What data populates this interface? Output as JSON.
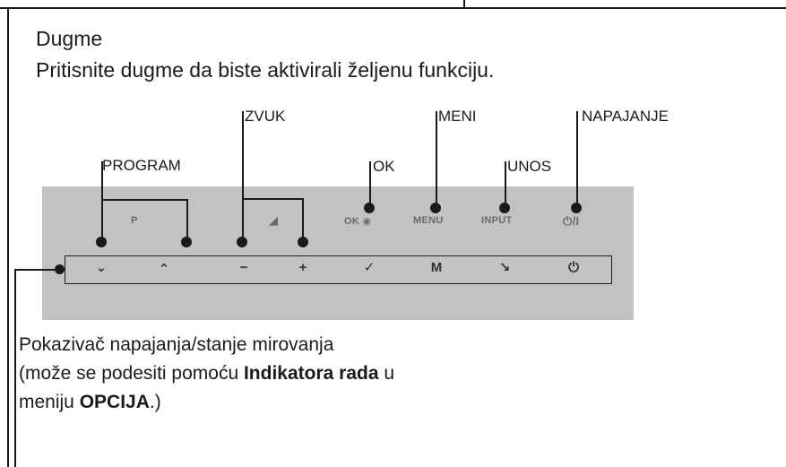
{
  "heading": "Dugme",
  "description": "Pritisnite dugme da biste aktivirali željenu funkciju.",
  "callouts": {
    "program": "PROGRAM",
    "zvuk": "ZVUK",
    "ok": "OK",
    "meni": "MENI",
    "unos": "UNOS",
    "napajanje": "NAPAJANJE"
  },
  "panel_labels": {
    "p": "P",
    "volume": "◢",
    "ok": "OK ◉",
    "menu": "MENU",
    "input": "INPUT",
    "power": "⏻/I"
  },
  "buttons": [
    {
      "name": "program-down-button",
      "glyph": "⌄"
    },
    {
      "name": "program-up-button",
      "glyph": "⌃"
    },
    {
      "name": "volume-minus-button",
      "glyph": "−"
    },
    {
      "name": "volume-plus-button",
      "glyph": "+"
    },
    {
      "name": "ok-button",
      "glyph": "✓"
    },
    {
      "name": "menu-button",
      "glyph": "M"
    },
    {
      "name": "input-button",
      "glyph": "↘"
    },
    {
      "name": "power-button",
      "glyph": "⏻"
    }
  ],
  "footer": {
    "line1": "Pokazivač napajanja/stanje mirovanja",
    "line2_pre": "(može se podesiti pomoću ",
    "line2_bold": "Indikatora rada",
    "line2_post": " u",
    "line3_pre": "meniju ",
    "line3_bold": "OPCIJA",
    "line3_post": ".)"
  }
}
